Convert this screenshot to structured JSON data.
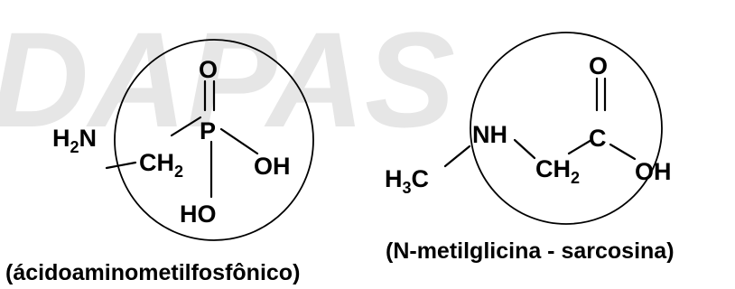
{
  "watermark": {
    "text": "DAPAS"
  },
  "molecule_left": {
    "atoms": {
      "o_top": "O",
      "p": "P",
      "h2n_h": "H",
      "h2n_sub": "2",
      "h2n_n": "N",
      "ch2_c": "CH",
      "ch2_sub": "2",
      "oh": "OH",
      "ho": "HO"
    },
    "caption": "(ácidoaminometilfosfônico)"
  },
  "molecule_right": {
    "atoms": {
      "o_top": "O",
      "nh": "NH",
      "c": "C",
      "h3c_h": "H",
      "h3c_sub": "3",
      "h3c_c": "C",
      "ch2_c": "CH",
      "ch2_sub": "2",
      "oh": "OH"
    },
    "caption": "(N-metilglicina - sarcosina)"
  },
  "colors": {
    "ink": "#000000",
    "watermark": "#e6e6e6",
    "background": "#ffffff"
  }
}
